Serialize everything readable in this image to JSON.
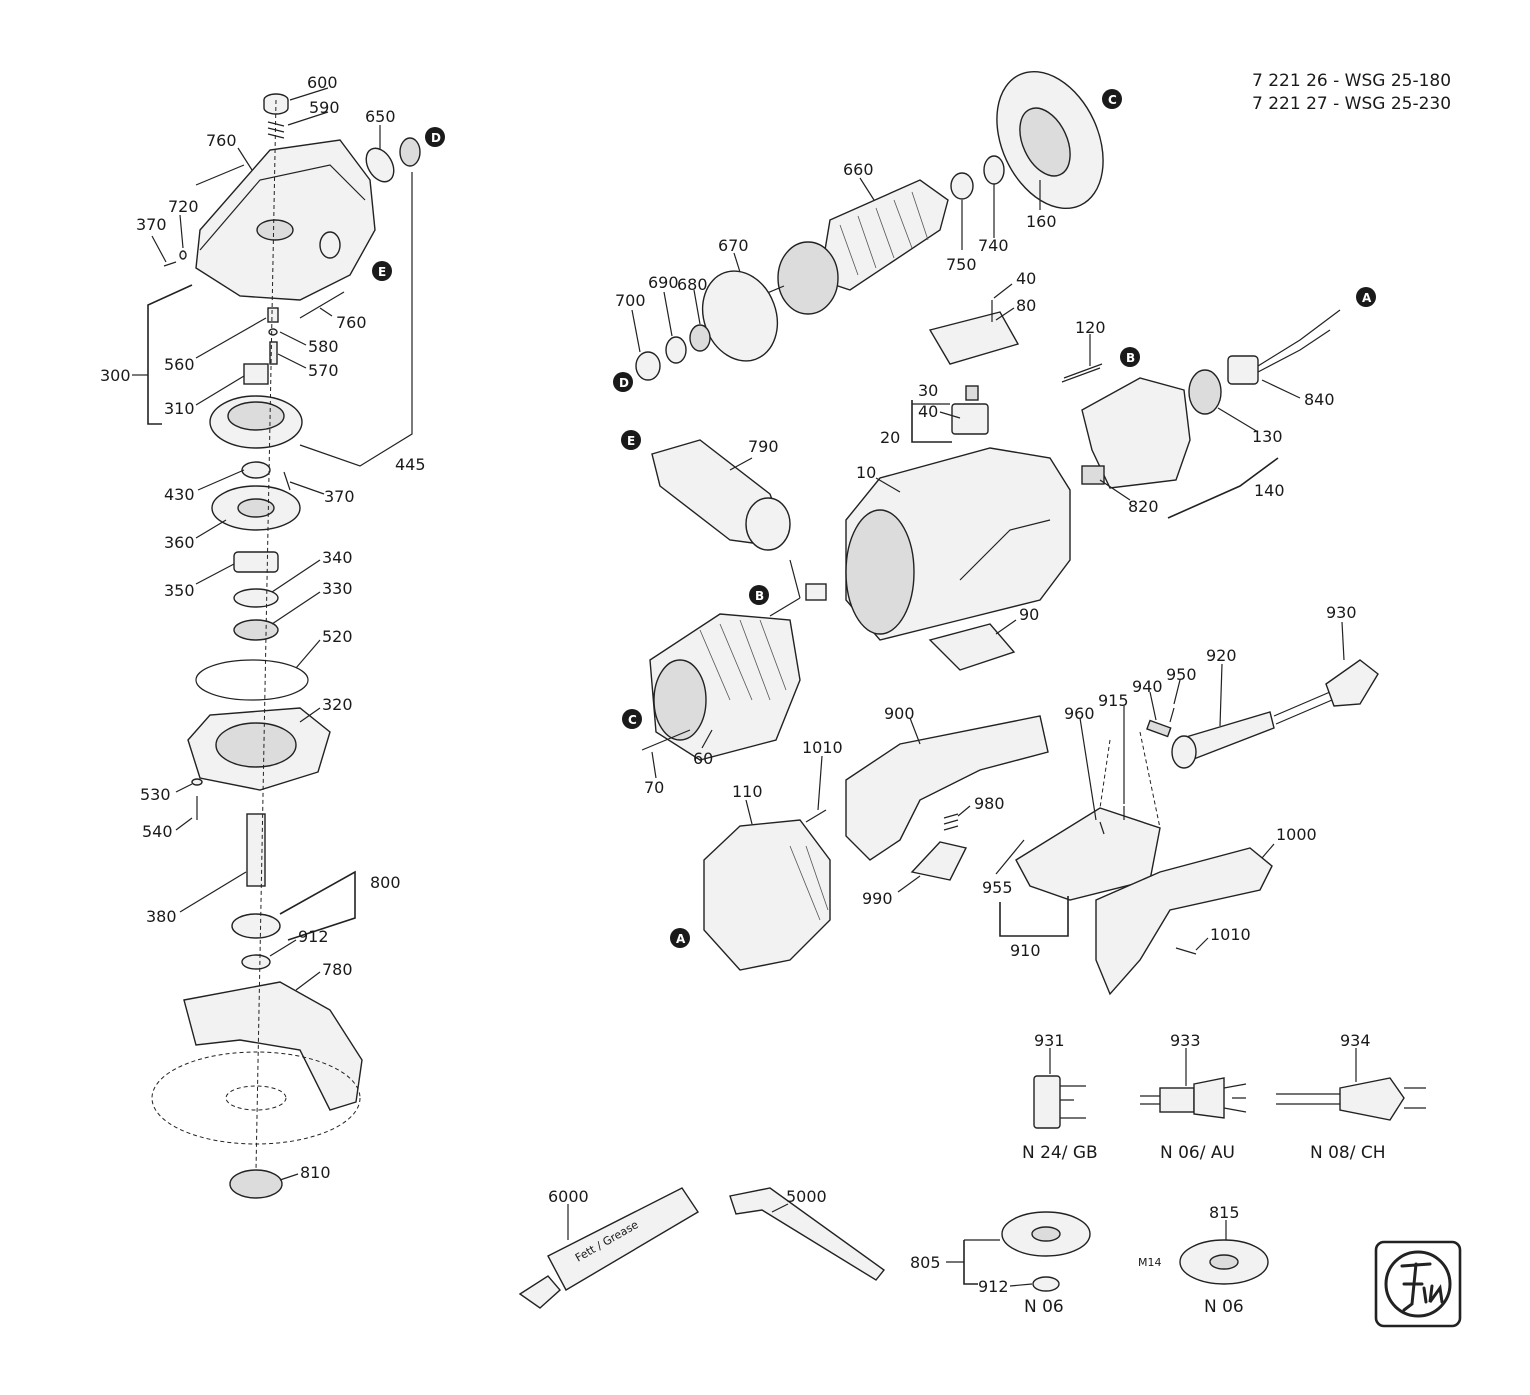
{
  "header": {
    "model_line_1": "7 221 26 - WSG 25-180",
    "model_line_2": "7 221 27 - WSG 25-230"
  },
  "parts": {
    "p600": "600",
    "p590": "590",
    "p650": "650",
    "p760a": "760",
    "p720": "720",
    "p370a": "370",
    "p760b": "760",
    "p300": "300",
    "p560": "560",
    "p580": "580",
    "p570": "570",
    "p310": "310",
    "p445": "445",
    "p430": "430",
    "p370b": "370",
    "p360": "360",
    "p340": "340",
    "p350": "350",
    "p330": "330",
    "p520": "520",
    "p320": "320",
    "p530": "530",
    "p540": "540",
    "p800": "800",
    "p380": "380",
    "p912a": "912",
    "p780": "780",
    "p810": "810",
    "p660": "660",
    "p160": "160",
    "p740": "740",
    "p750": "750",
    "p670": "670",
    "p680": "680",
    "p690": "690",
    "p700": "700",
    "p40a": "40",
    "p80": "80",
    "p120": "120",
    "p840": "840",
    "p30": "30",
    "p40b": "40",
    "p20": "20",
    "p130": "130",
    "p140": "140",
    "p820": "820",
    "p790": "790",
    "p10": "10",
    "p90": "90",
    "p60": "60",
    "p70": "70",
    "p930": "930",
    "p920": "920",
    "p940": "940",
    "p950": "950",
    "p960": "960",
    "p915": "915",
    "p900": "900",
    "p1010a": "1010",
    "p110": "110",
    "p980": "980",
    "p990": "990",
    "p955": "955",
    "p910": "910",
    "p1000": "1000",
    "p1010b": "1010",
    "p931": "931",
    "p933": "933",
    "p934": "934",
    "p6000": "6000",
    "p5000": "5000",
    "p805": "805",
    "p912b": "912",
    "p815": "815"
  },
  "markers": {
    "A": "A",
    "B": "B",
    "C": "C",
    "D": "D",
    "E": "E"
  },
  "plug_variants": {
    "gb": "N 24/ GB",
    "au": "N 06/ AU",
    "ch": "N 08/ CH"
  },
  "accessories": {
    "grease_tube_text": "Fett / Grease",
    "thread_size": "M14",
    "flange_variant_1": "N 06",
    "flange_variant_2": "N 06"
  },
  "logo_icon": "fein-logo-icon"
}
